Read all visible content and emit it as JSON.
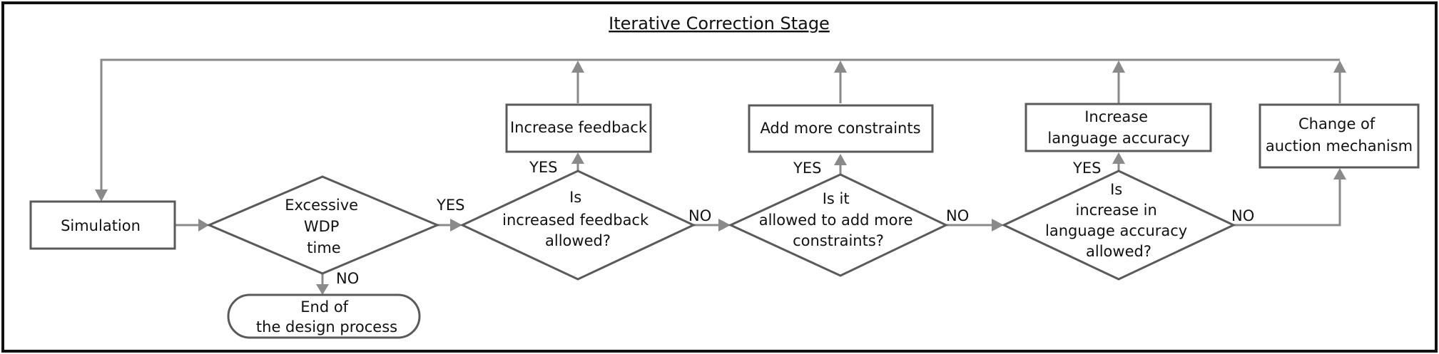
{
  "title": "Iterative Correction Stage",
  "nodes": {
    "simulation": [
      "Simulation"
    ],
    "excessive": [
      "Excessive",
      "WDP",
      "time"
    ],
    "end": [
      "End of",
      "the design process"
    ],
    "q_feedback": [
      "Is",
      "increased feedback",
      "allowed?"
    ],
    "increase_feedback": [
      "Increase feedback"
    ],
    "q_constraints": [
      "Is it",
      "allowed to add more",
      "constraints?"
    ],
    "add_constraints": [
      "Add more constraints"
    ],
    "q_language": [
      "Is",
      "increase in",
      "language accuracy",
      "allowed?"
    ],
    "increase_language": [
      "Increase",
      "language accuracy"
    ],
    "change_auction": [
      "Change of",
      "auction mechanism"
    ]
  },
  "edge_labels": {
    "excessive_yes": "YES",
    "excessive_no": "NO",
    "feedback_yes": "YES",
    "feedback_no": "NO",
    "constraints_yes": "YES",
    "constraints_no": "NO",
    "language_yes": "YES",
    "language_no": "NO"
  }
}
